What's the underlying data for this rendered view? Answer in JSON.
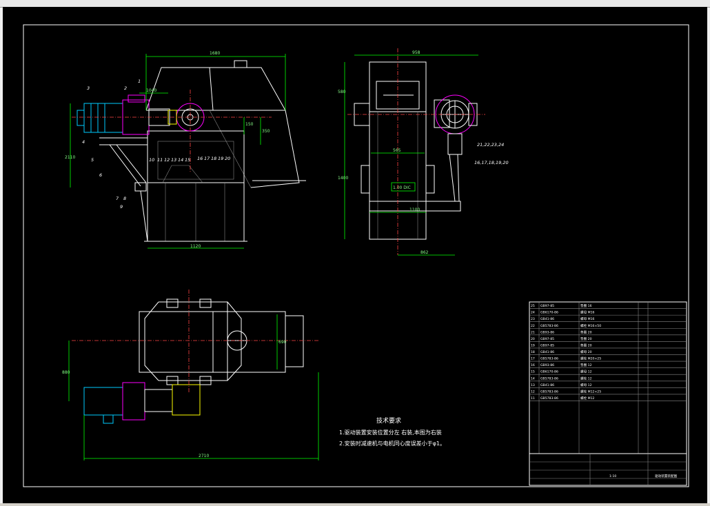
{
  "notes": {
    "title": "技术要求",
    "line1": "1.驱动装置安装位置分左  右装,本图为右装",
    "line2": "2.安装时减速机与电机同心度误差小于φ1。"
  },
  "dims": {
    "front_top": "1680",
    "front_bottom": "1120",
    "front_left": "2110",
    "front_s1": "1040",
    "front_h1": "150",
    "front_h2": "350",
    "side_top": "958",
    "side_left1": "580",
    "side_left2": "1400",
    "side_inner": "565",
    "side_bottom1": "1100",
    "side_bottom2": "862",
    "side_tol": "1.00 DIC",
    "plan_bottom": "2710",
    "plan_left": "880",
    "plan_right": "690"
  },
  "front_labels": [
    "1",
    "2",
    "3",
    "4",
    "5",
    "6",
    "7",
    "8",
    "9",
    "10",
    "11",
    "12",
    "13",
    "14",
    "15",
    "16",
    "17",
    "18",
    "19",
    "20"
  ],
  "side_labels": [
    "21,22,23,24",
    "16,17,18,19,20"
  ],
  "bom_rows": [
    [
      "25",
      "GB97-85",
      "垫圈 16"
    ],
    [
      "24",
      "GB6170-86",
      "螺母 M16"
    ],
    [
      "23",
      "GB41-86",
      "螺母 M16"
    ],
    [
      "22",
      "GB5783-86",
      "螺栓 M16×50"
    ],
    [
      "21",
      "GB93-86",
      "垫圈 20"
    ],
    [
      "20",
      "GB97-85",
      "垫圈 20"
    ],
    [
      "19",
      "GB97-85",
      "垫圈 20"
    ],
    [
      "18",
      "GB41-86",
      "螺母 20"
    ],
    [
      "17",
      "GB5783-86",
      "螺栓 M20×25"
    ],
    [
      "16",
      "GB93-86",
      "垫圈 12"
    ],
    [
      "15",
      "GB6170-86",
      "螺母 12"
    ],
    [
      "14",
      "GB5783-86",
      "螺栓 12"
    ],
    [
      "13",
      "GB41-86",
      "螺母 12"
    ],
    [
      "12",
      "GB5783-86",
      "螺栓 M12×25"
    ],
    [
      "11",
      "GB5783-86",
      "螺栓 M12"
    ]
  ],
  "title_block": {
    "scale": "1:10",
    "name": "驱动装置装配图"
  }
}
